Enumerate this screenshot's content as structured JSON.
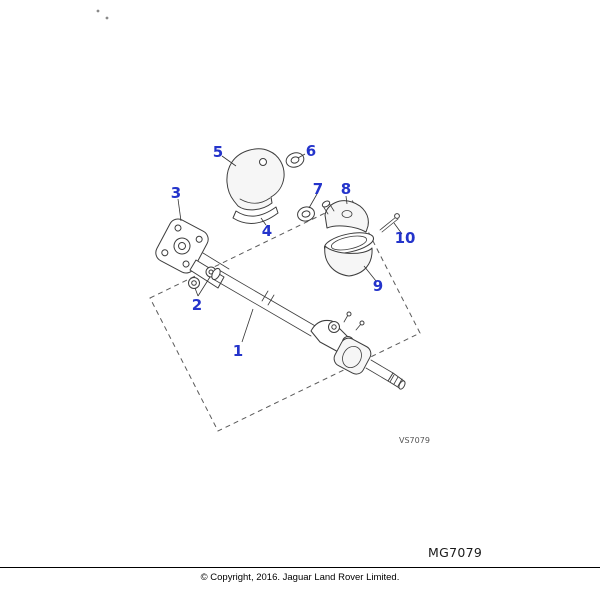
{
  "accent_color": "#2434cb",
  "diagram": {
    "drawing_ref": "VS7079",
    "callouts": [
      {
        "label": "1"
      },
      {
        "label": "2"
      },
      {
        "label": "3"
      },
      {
        "label": "4"
      },
      {
        "label": "5"
      },
      {
        "label": "6"
      },
      {
        "label": "7"
      },
      {
        "label": "8"
      },
      {
        "label": "9"
      },
      {
        "label": "10"
      }
    ]
  },
  "figure_code": "MG7079",
  "footer": {
    "copyright": "© Copyright, 2016. Jaguar Land Rover Limited."
  }
}
